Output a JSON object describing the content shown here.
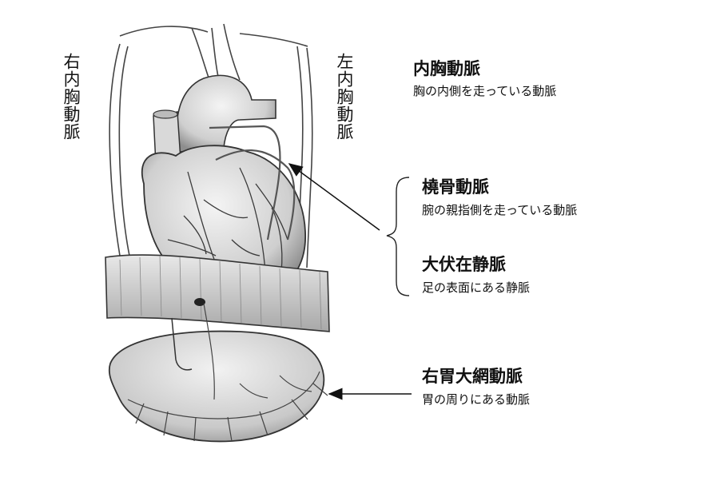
{
  "labels": {
    "right_internal_thoracic": "右内胸動脈",
    "left_internal_thoracic": "左内胸動脈"
  },
  "terms": [
    {
      "title": "内胸動脈",
      "desc": "胸の内側を走っている動脈"
    },
    {
      "title": "橈骨動脈",
      "desc": "腕の親指側を走っている動脈"
    },
    {
      "title": "大伏在静脈",
      "desc": "足の表面にある静脈"
    },
    {
      "title": "右胃大網動脈",
      "desc": "胃の周りにある動脈"
    }
  ]
}
